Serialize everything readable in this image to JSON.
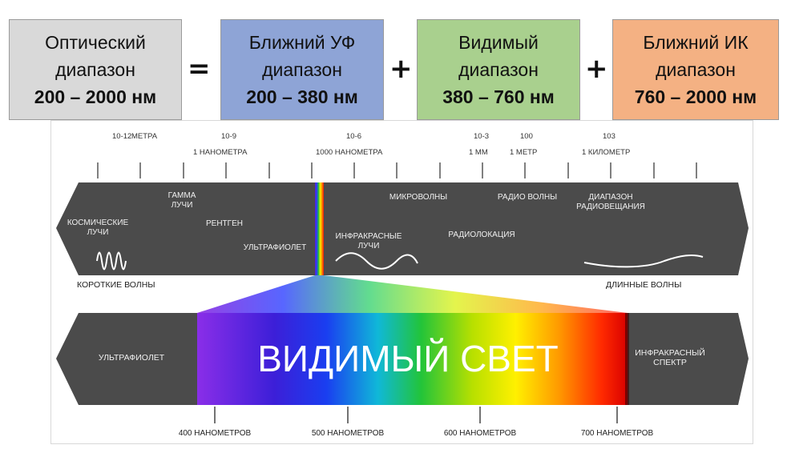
{
  "header": {
    "optical": {
      "line1": "Оптический",
      "line2": "диапазон",
      "range": "200 – 2000 нм",
      "color": "#d9d9d9"
    },
    "eq": "=",
    "near_uv": {
      "line1": "Ближний УФ",
      "line2": "диапазон",
      "range": "200 – 380 нм",
      "color": "#8ea4d6"
    },
    "plus1": "+",
    "visible": {
      "line1": "Видимый",
      "line2": "диапазон",
      "range": "380 – 760 нм",
      "color": "#a9d08e"
    },
    "plus2": "+",
    "near_ir": {
      "line1": "Ближний ИК",
      "line2": "диапазон",
      "range": "760 – 2000 нм",
      "color": "#f4b183"
    }
  },
  "scale": {
    "t1_exp": "10-12",
    "t1_label": "МЕТРА",
    "t2_exp": "10-9",
    "t2_label": "1 НАНОМЕТРА",
    "t3_exp": "10-6",
    "t3_label": "1000 НАНОМЕТРА",
    "t4_exp": "10-3",
    "t4_label": "1 ММ",
    "t5_exp": "100",
    "t5_label": "1 МЕТР",
    "t6_exp": "103",
    "t6_label": "1 КИЛОМЕТР"
  },
  "band": {
    "cosmic1": "КОСМИЧЕСКИЕ",
    "cosmic2": "ЛУЧИ",
    "gamma1": "ГАММА",
    "gamma2": "ЛУЧИ",
    "xray": "РЕНТГЕН",
    "uv": "УЛЬТРАФИОЛЕТ",
    "ir1": "ИНФРАКРАСНЫЕ",
    "ir2": "ЛУЧИ",
    "micro": "МИКРОВОЛНЫ",
    "radar": "РАДИОЛОКАЦИЯ",
    "radio": "РАДИО ВОЛНЫ",
    "broadcast1": "ДИАПАЗОН",
    "broadcast2": "РАДИОВЕЩАНИЯ",
    "short": "КОРОТКИЕ ВОЛНЫ",
    "long": "ДЛИННЫЕ ВОЛНЫ"
  },
  "visible_band": {
    "uv": "УЛЬТРАФИОЛЕТ",
    "title": "ВИДИМЫЙ СВЕТ",
    "ir1": "ИНФРАКРАСНЫЙ",
    "ir2": "СПЕКТР",
    "nm400": "400 НАНОМЕТРОВ",
    "nm500": "500 НАНОМЕТРОВ",
    "nm600": "600 НАНОМЕТРОВ",
    "nm700": "700 НАНОМЕТРОВ"
  }
}
